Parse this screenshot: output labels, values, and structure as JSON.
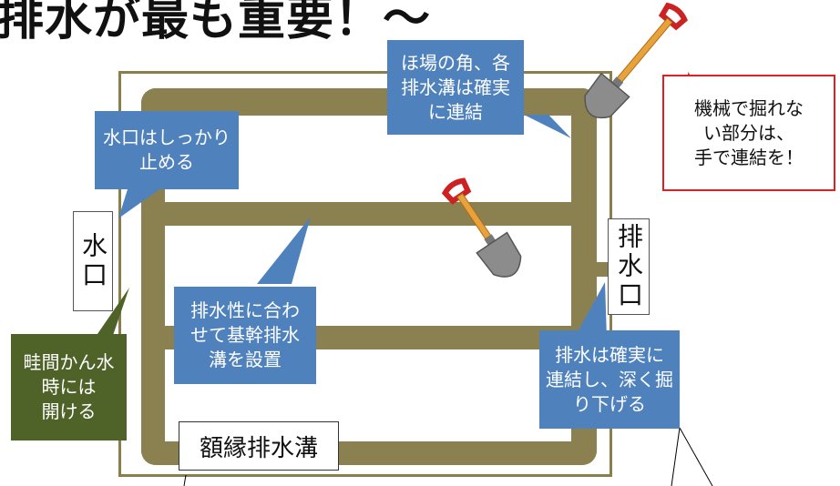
{
  "title": "排水が最も重要！～",
  "inlet_label": "水口",
  "outlet_label": "排水口",
  "perimeter_ditch_label": "額縁排水溝",
  "callouts": {
    "corners": "ほ場の角、各\n排水溝は確実\nに連結",
    "inlet_stop": "水口はしっかり\n止める",
    "main_ditch": "排水性に合わ\nせて基幹排水\n溝を設置",
    "outlet_connect": "排水は確実に\n連結し、深く掘\nり下げる",
    "ridge_irrigation": "畦間かん水\n時には\n開ける",
    "manual": "機械で掘れな\nい部分は、\n手で連結を！"
  },
  "colors": {
    "ditch": "#8b8050",
    "blue_callout": "#4f81bd",
    "green_callout": "#4f6228",
    "red_border": "#e02020",
    "shovel_handle": "#e8a23c",
    "shovel_grip": "#cc2222",
    "shovel_blade": "#8c8c8c"
  },
  "icons": [
    "shovel-icon",
    "shovel-icon"
  ]
}
